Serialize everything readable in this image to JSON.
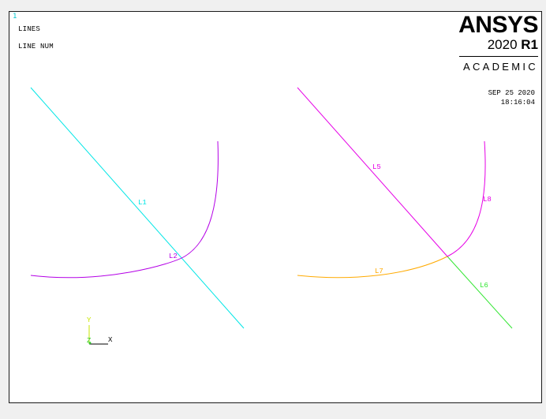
{
  "window_number": "1",
  "plot_labels": {
    "line1": "LINES",
    "line2": "LINE NUM"
  },
  "brand": {
    "name": "ANSYS",
    "version_year": "2020",
    "version_release": "R1",
    "edition": "ACADEMIC"
  },
  "timestamp": {
    "date": "SEP 25 2020",
    "time": "18:16:04"
  },
  "line_labels": {
    "L1": "L1",
    "L2": "L2",
    "L5": "L5",
    "L6": "L6",
    "L7": "L7",
    "L8": "L8"
  },
  "triad": {
    "y": "Y",
    "z": "Z",
    "x": "X"
  },
  "colors": {
    "cyan": "#00e6e6",
    "magenta": "#e600e6",
    "purple": "#b400e6",
    "orange": "#ffaa00",
    "green": "#33e633",
    "triad_y": "#c8e600",
    "triad_z": "#33cc33"
  }
}
